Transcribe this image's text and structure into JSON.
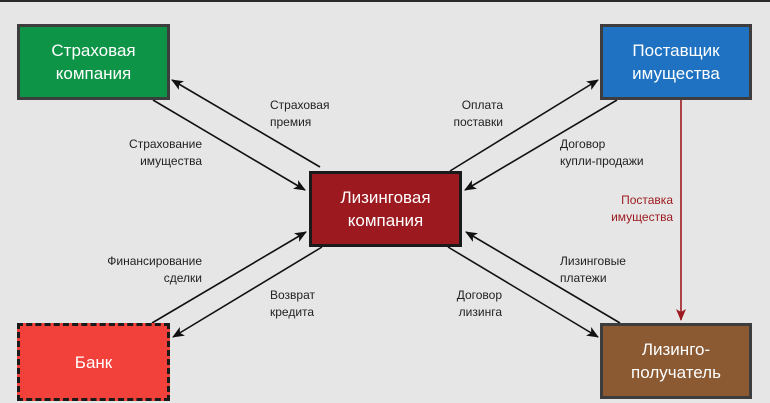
{
  "nodes": {
    "insurance": {
      "line1": "Страховая",
      "line2": "компания",
      "color": "#0e9447"
    },
    "supplier": {
      "line1": "Поставщик",
      "line2": "имущества",
      "color": "#1f72c2"
    },
    "leasing": {
      "line1": "Лизинговая",
      "line2": "компания",
      "color": "#9c1a1f"
    },
    "bank": {
      "line1": "Банк",
      "color": "#f2403a"
    },
    "lessee": {
      "line1": "Лизинго-",
      "line2": "получатель",
      "color": "#8b5a33"
    }
  },
  "edges": {
    "insurance_premium": {
      "line1": "Страховая",
      "line2": "премия",
      "from": "leasing",
      "to": "insurance"
    },
    "property_insurance": {
      "line1": "Страхование",
      "line2": "имущества",
      "from": "insurance",
      "to": "leasing"
    },
    "supply_payment": {
      "line1": "Оплата",
      "line2": "поставки",
      "from": "leasing",
      "to": "supplier"
    },
    "sale_contract": {
      "line1": "Договор",
      "line2": "купли-продажи",
      "from": "supplier",
      "to": "leasing"
    },
    "deal_financing": {
      "line1": "Финансирование",
      "line2": "сделки",
      "from": "bank",
      "to": "leasing"
    },
    "loan_repayment": {
      "line1": "Возврат",
      "line2": "кредита",
      "from": "leasing",
      "to": "bank"
    },
    "leasing_payments": {
      "line1": "Лизинговые",
      "line2": "платежи",
      "from": "lessee",
      "to": "leasing"
    },
    "leasing_contract": {
      "line1": "Договор",
      "line2": "лизинга",
      "from": "leasing",
      "to": "lessee"
    },
    "property_delivery": {
      "line1": "Поставка",
      "line2": "имущества",
      "from": "supplier",
      "to": "lessee",
      "color": "#9c1a1f"
    }
  },
  "colors": {
    "arrow": "#111111",
    "delivery_arrow": "#9c1a1f",
    "background": "#e6e6e6"
  }
}
